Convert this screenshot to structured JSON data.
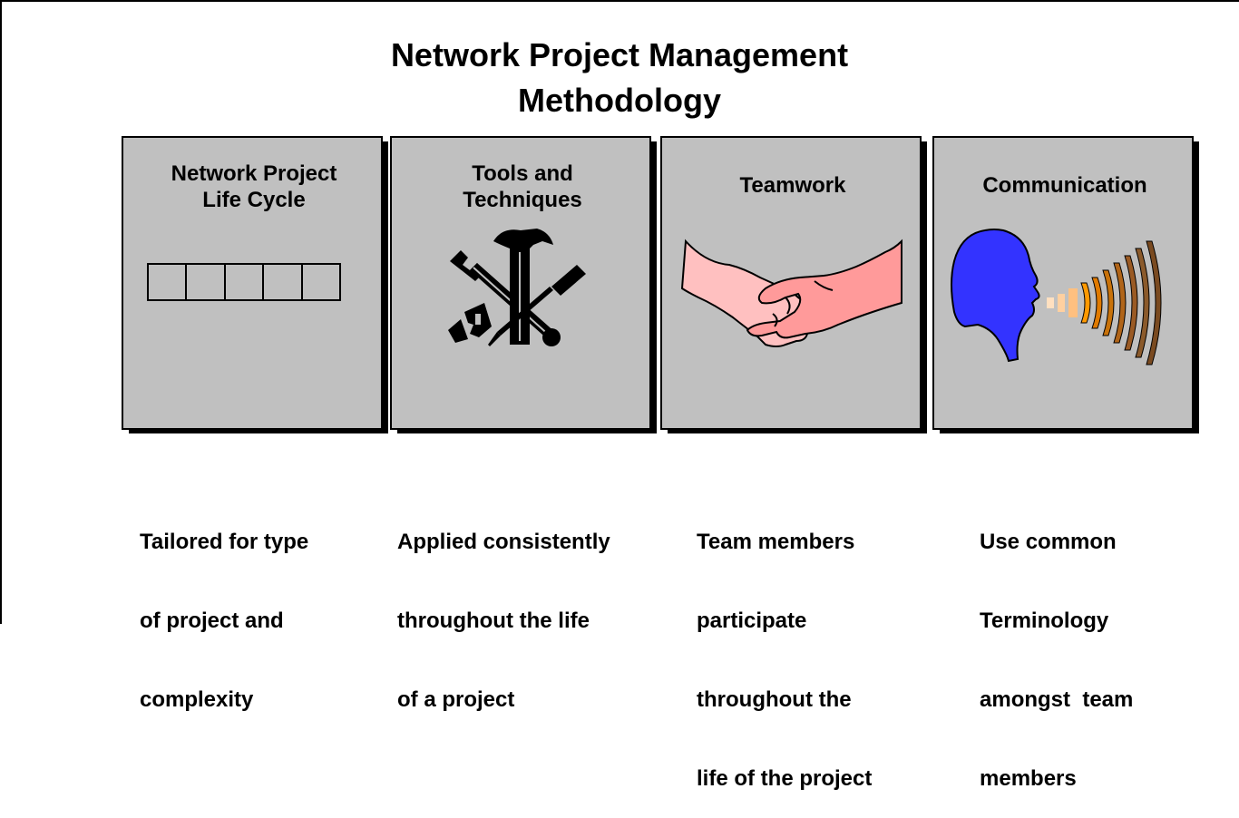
{
  "title": {
    "line1": "Network Project Management",
    "line2": "Methodology"
  },
  "cards": [
    {
      "title_line1": "Network Project",
      "title_line2": "Life Cycle",
      "icon": "life-cycle-phase-bar",
      "caption": [
        "Tailored for type",
        "of project and",
        "complexity"
      ]
    },
    {
      "title_line1": "Tools and",
      "title_line2": "Techniques",
      "icon": "tools-icon",
      "caption": [
        "Applied consistently",
        "throughout the life",
        "of a project"
      ]
    },
    {
      "title_line1": "Teamwork",
      "title_line2": "",
      "icon": "handshake-icon",
      "caption": [
        "Team members",
        "participate",
        "throughout the",
        "life of the project"
      ]
    },
    {
      "title_line1": "Communication",
      "title_line2": "",
      "icon": "speaking-head-icon",
      "caption": [
        "Use common",
        "Terminology",
        "amongst  team",
        "members"
      ]
    }
  ],
  "colors": {
    "card_fill": "#c0c0c0",
    "head": "#3333ff",
    "hand_left": "#ffc0c0",
    "hand_right": "#ff9a9a",
    "waves": [
      "#ffe0c0",
      "#ffc080",
      "#ff9900",
      "#e07a00",
      "#c06a10",
      "#a05a20",
      "#8b5a2b",
      "#7a4a20"
    ]
  }
}
